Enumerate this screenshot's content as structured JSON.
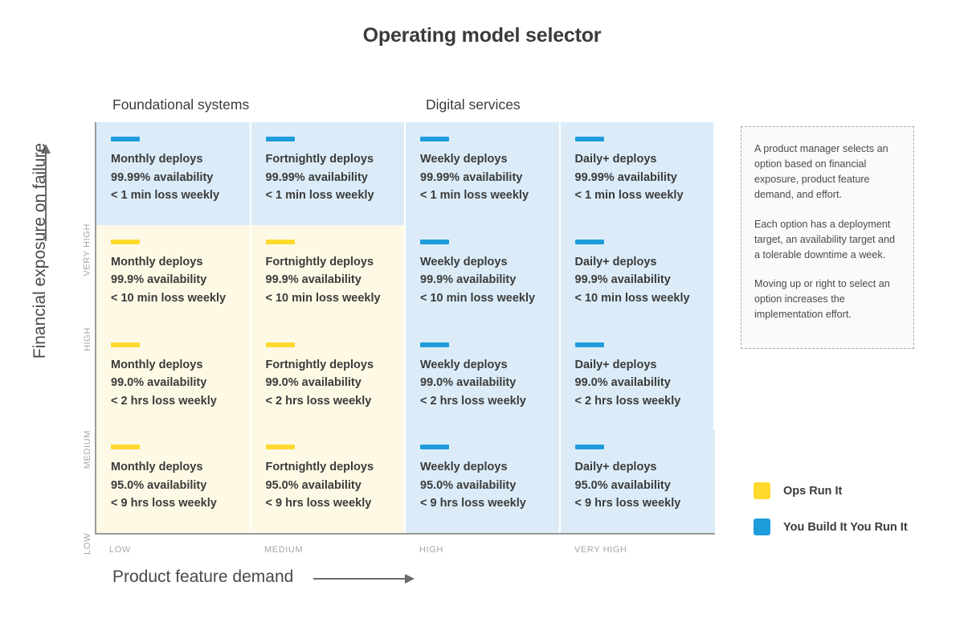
{
  "title": "Operating model selector",
  "groups": [
    {
      "label": "Foundational systems"
    },
    {
      "label": "Digital services"
    }
  ],
  "axes": {
    "y_title": "Financial exposure on failure",
    "x_title": "Product feature demand",
    "y_ticks": [
      "VERY HIGH",
      "HIGH",
      "MEDIUM",
      "LOW"
    ],
    "x_ticks": [
      "LOW",
      "MEDIUM",
      "HIGH",
      "VERY HIGH"
    ]
  },
  "chart_data": {
    "type": "heatmap",
    "title": "Operating model selector",
    "xlabel": "Product feature demand",
    "ylabel": "Financial exposure on failure",
    "x_categories": [
      "LOW",
      "MEDIUM",
      "HIGH",
      "VERY HIGH"
    ],
    "y_categories": [
      "VERY HIGH",
      "HIGH",
      "MEDIUM",
      "LOW"
    ],
    "legend": [
      {
        "color": "#ffd92e",
        "label": "Ops Run It"
      },
      {
        "color": "#1e9cdb",
        "label": "You Build It You Run It"
      }
    ],
    "cells": [
      [
        {
          "model": "blue",
          "deploys": "Monthly deploys",
          "availability": "99.99% availability",
          "loss": "< 1 min loss weekly"
        },
        {
          "model": "blue",
          "deploys": "Fortnightly deploys",
          "availability": "99.99% availability",
          "loss": "< 1 min loss weekly"
        },
        {
          "model": "blue",
          "deploys": "Weekly deploys",
          "availability": "99.99% availability",
          "loss": "< 1 min loss weekly"
        },
        {
          "model": "blue",
          "deploys": "Daily+ deploys",
          "availability": "99.99% availability",
          "loss": "< 1 min loss weekly"
        }
      ],
      [
        {
          "model": "yellow",
          "deploys": "Monthly deploys",
          "availability": "99.9% availability",
          "loss": "< 10 min loss weekly"
        },
        {
          "model": "yellow",
          "deploys": "Fortnightly deploys",
          "availability": "99.9% availability",
          "loss": "< 10 min loss weekly"
        },
        {
          "model": "blue",
          "deploys": "Weekly deploys",
          "availability": "99.9% availability",
          "loss": "< 10 min loss weekly"
        },
        {
          "model": "blue",
          "deploys": "Daily+ deploys",
          "availability": "99.9% availability",
          "loss": "< 10 min loss weekly"
        }
      ],
      [
        {
          "model": "yellow",
          "deploys": "Monthly deploys",
          "availability": "99.0% availability",
          "loss": "< 2 hrs loss weekly"
        },
        {
          "model": "yellow",
          "deploys": "Fortnightly deploys",
          "availability": "99.0% availability",
          "loss": "< 2 hrs loss weekly"
        },
        {
          "model": "blue",
          "deploys": "Weekly deploys",
          "availability": "99.0% availability",
          "loss": "< 2 hrs loss weekly"
        },
        {
          "model": "blue",
          "deploys": "Daily+ deploys",
          "availability": "99.0% availability",
          "loss": "< 2 hrs loss weekly"
        }
      ],
      [
        {
          "model": "yellow",
          "deploys": "Monthly deploys",
          "availability": "95.0% availability",
          "loss": "< 9 hrs loss weekly"
        },
        {
          "model": "yellow",
          "deploys": "Fortnightly deploys",
          "availability": "95.0% availability",
          "loss": "< 9 hrs loss weekly"
        },
        {
          "model": "blue",
          "deploys": "Weekly deploys",
          "availability": "95.0% availability",
          "loss": "< 9 hrs loss weekly"
        },
        {
          "model": "blue",
          "deploys": "Daily+ deploys",
          "availability": "95.0% availability",
          "loss": "< 9 hrs loss weekly"
        }
      ]
    ]
  },
  "note": {
    "paragraphs": [
      "A product manager selects an option based on financial exposure, product feature demand, and effort.",
      "Each option has a deployment target, an availability target and a tolerable downtime a week.",
      "Moving up or right to select an option increases the implementation effort."
    ]
  },
  "legend": [
    {
      "color": "#ffd92e",
      "label": "Ops Run It"
    },
    {
      "color": "#1e9cdb",
      "label": "You Build It You Run It"
    }
  ],
  "colors": {
    "blue_bar": "#1e9cdb",
    "blue_fill": "#dbecf8",
    "yellow_bar": "#ffd92e",
    "yellow_fill": "#fdf9e5",
    "text": "#3b3b3b",
    "axis": "#9a9a9a",
    "tick_text": "#a6a6a6"
  }
}
